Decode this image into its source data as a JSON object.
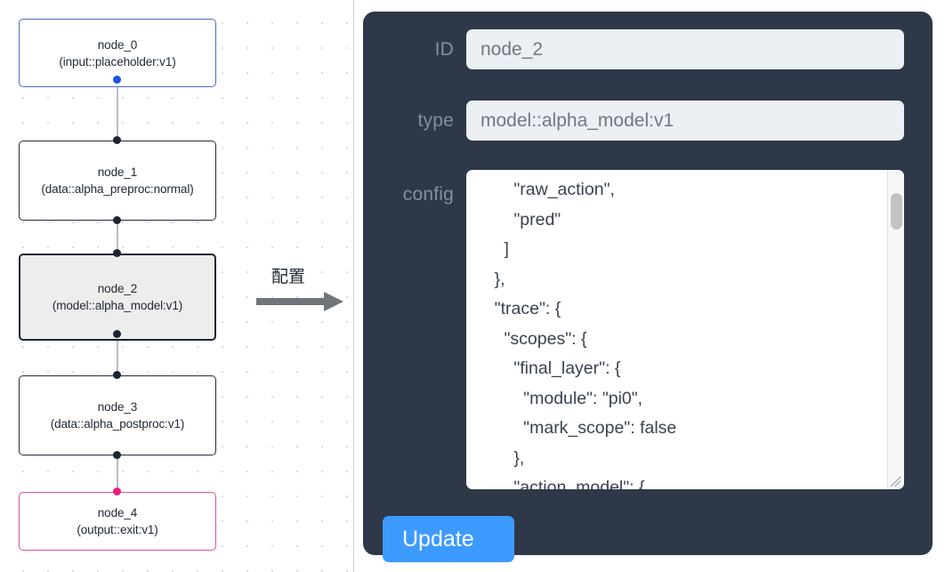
{
  "canvas": {
    "nodes": [
      {
        "id": "node_0",
        "type": "(input::placeholder:v1)",
        "state": "source"
      },
      {
        "id": "node_1",
        "type": "(data::alpha_preproc:normal)",
        "state": "default"
      },
      {
        "id": "node_2",
        "type": "(model::alpha_model:v1)",
        "state": "selected"
      },
      {
        "id": "node_3",
        "type": "(data::alpha_postproc:v1)",
        "state": "default"
      },
      {
        "id": "node_4",
        "type": "(output::exit:v1)",
        "state": "sink"
      }
    ],
    "colors": {
      "source_border": "#4a6cc6",
      "sink_border": "#e0509a",
      "default_border": "#222a3a",
      "selected_fill": "#eceded",
      "edge": "#b9bcc3",
      "handle": "#1c2433",
      "handle_source": "#1a54e8",
      "handle_sink": "#ec1f7e"
    }
  },
  "annotation": {
    "label": "配置",
    "arrow_color": "#70757c"
  },
  "panel": {
    "background": "#2e3849",
    "fields": {
      "id": {
        "label": "ID",
        "value": "node_2",
        "placeholder": "node id"
      },
      "type": {
        "label": "type",
        "value": "model::alpha_model:v1",
        "placeholder": "node type"
      },
      "config": {
        "label": "config",
        "value": "        \"raw_action\",\n        \"pred\"\n      ]\n    },\n    \"trace\": {\n      \"scopes\": {\n        \"final_layer\": {\n          \"module\": \"pi0\",\n          \"mark_scope\": false\n        },\n        \"action_model\": {",
        "placeholder": "config json"
      }
    },
    "update_button": {
      "label": "Update",
      "color": "#3d9bff"
    }
  }
}
